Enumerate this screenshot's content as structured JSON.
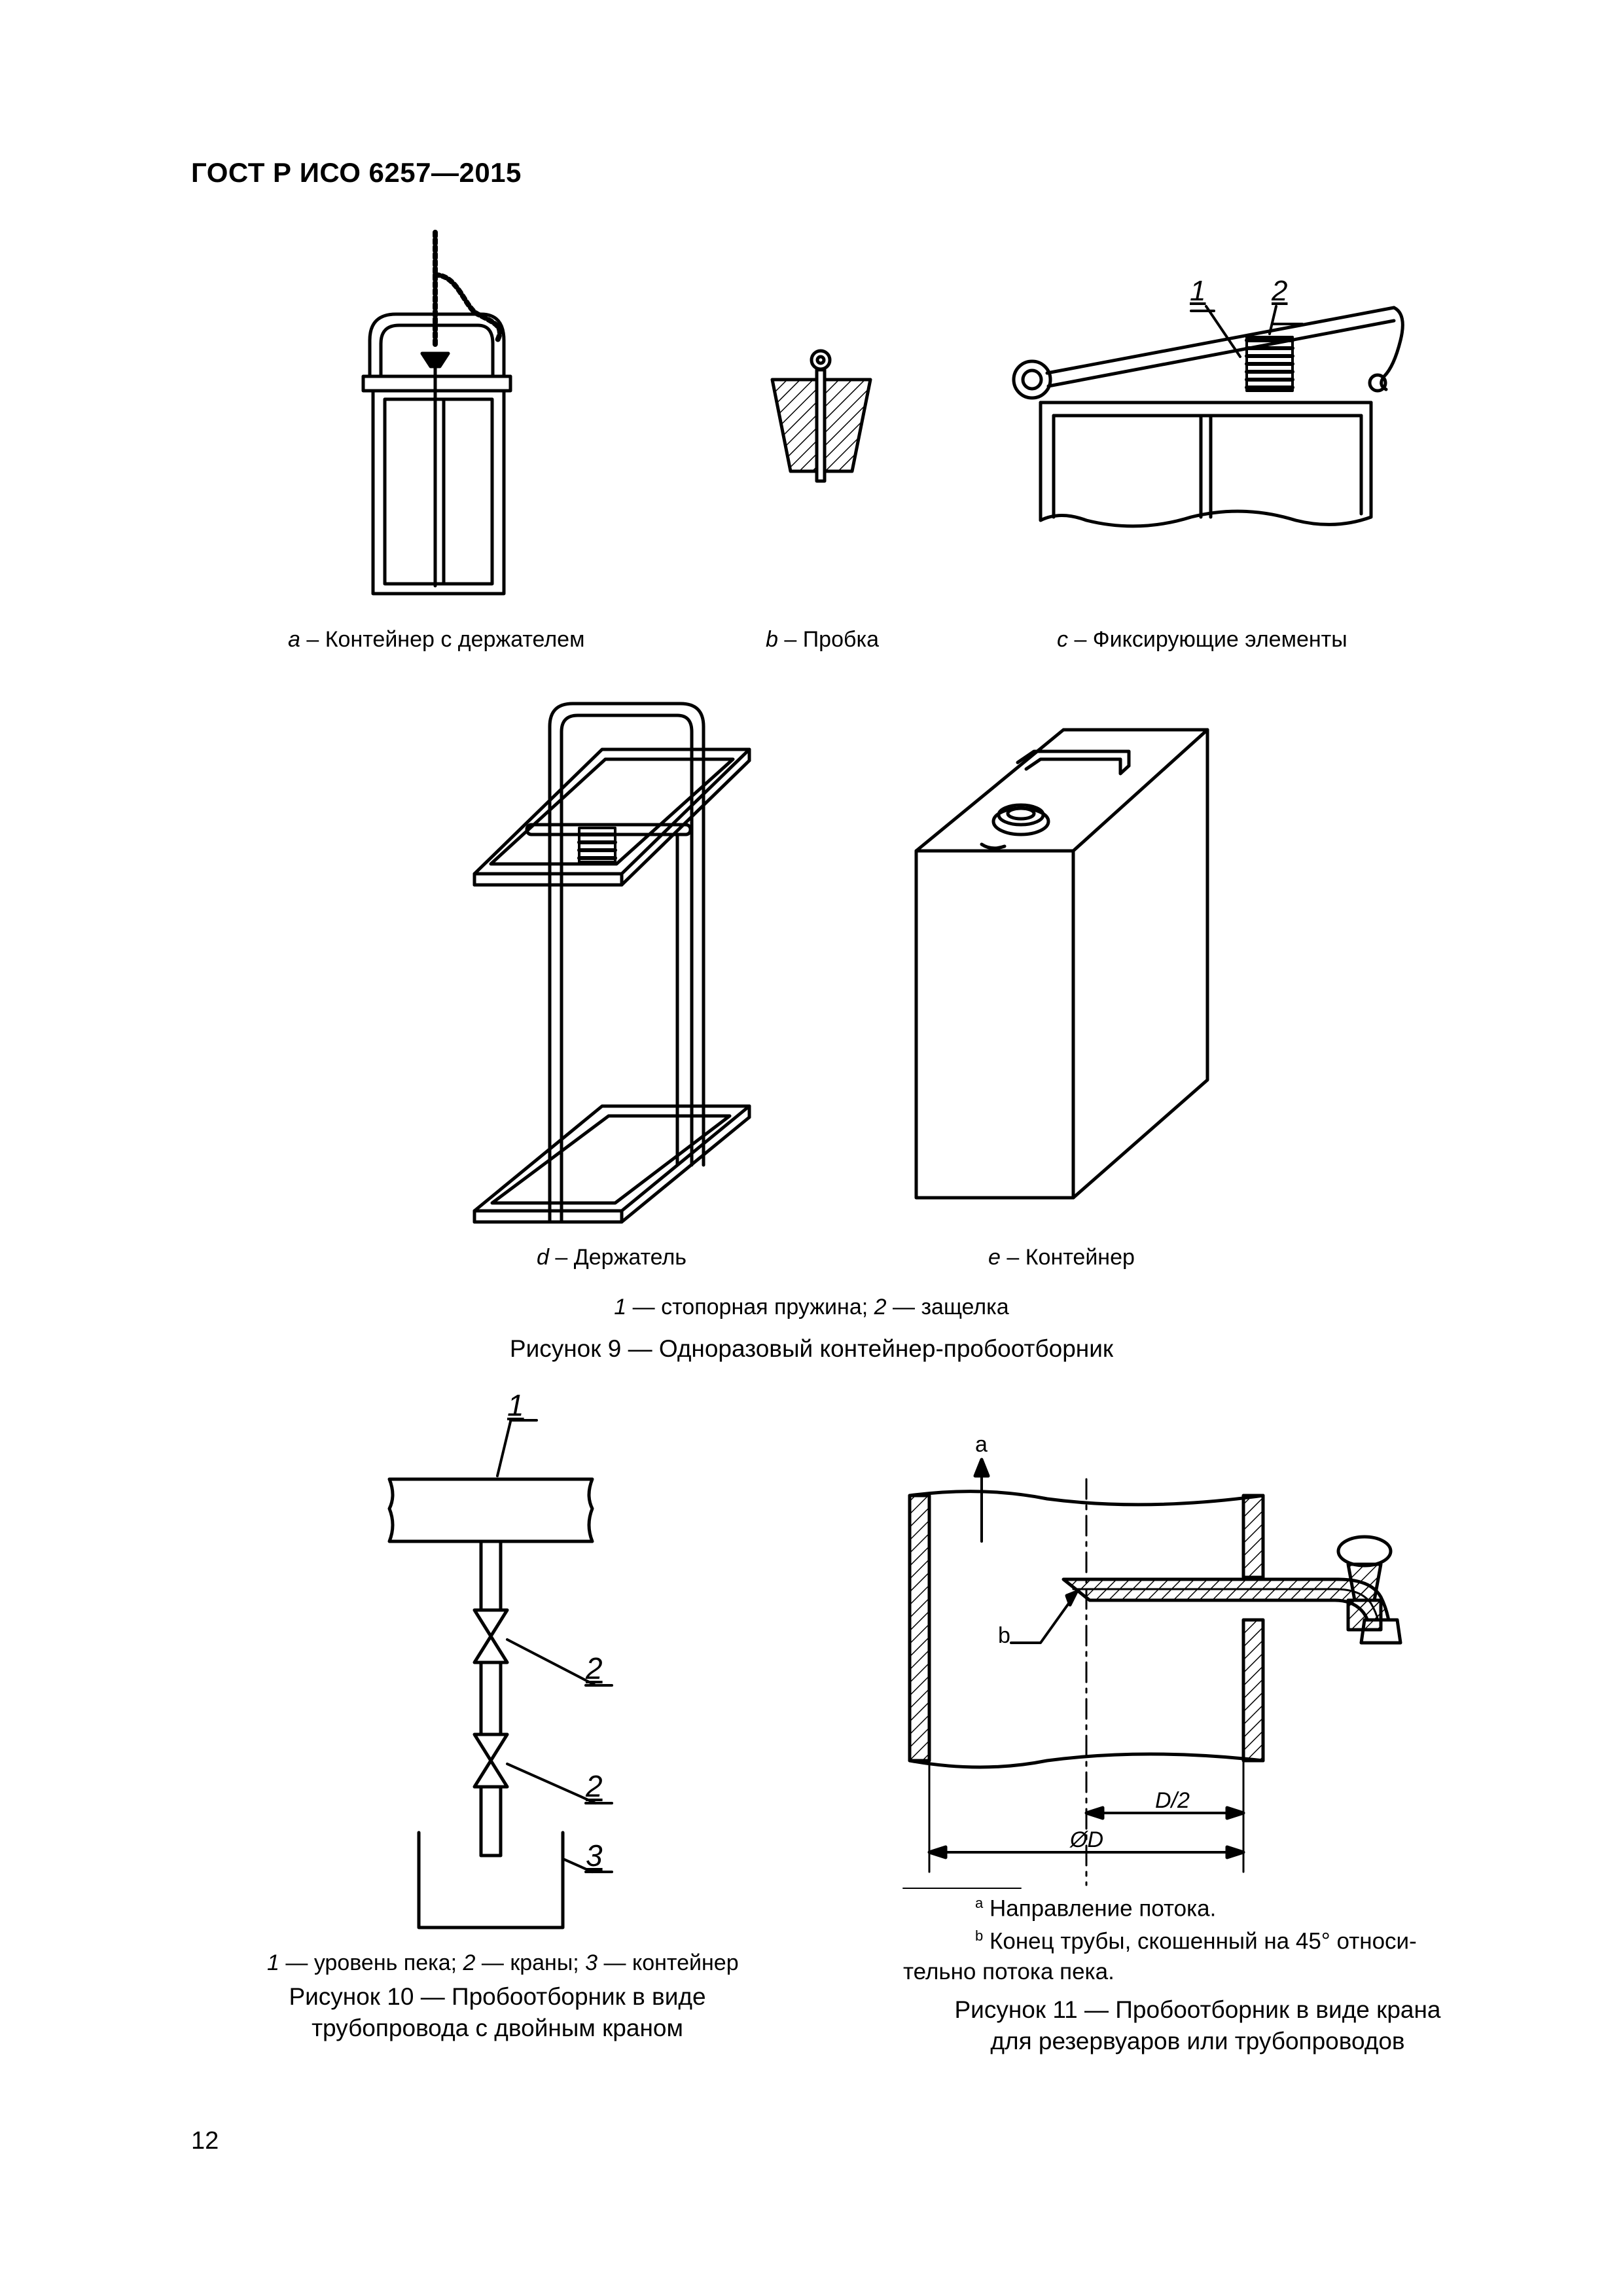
{
  "header": {
    "standard": "ГОСТ Р ИСО 6257—2015"
  },
  "figure9": {
    "sub_a": {
      "letter": "a",
      "text": " – Контейнер с держателем"
    },
    "sub_b": {
      "letter": "b",
      "text": " – Пробка"
    },
    "sub_c": {
      "letter": "c",
      "text": " – Фиксирующие элементы"
    },
    "sub_d": {
      "letter": "d",
      "text": " – Держатель"
    },
    "sub_e": {
      "letter": "e",
      "text": " – Контейнер"
    },
    "callout_1": "1",
    "callout_2": "2",
    "legend": {
      "n1": "1",
      "t1": " — стопорная пружина; ",
      "n2": "2",
      "t2": " — защелка"
    },
    "title": "Рисунок 9 — Одноразовый контейнер-пробоотборник"
  },
  "figure10": {
    "callout_1": "1",
    "callout_2a": "2",
    "callout_2b": "2",
    "callout_3": "3",
    "legend": {
      "n1": "1",
      "t1": " — уровень пека; ",
      "n2": "2",
      "t2": " — краны; ",
      "n3": "3",
      "t3": " — контейнер"
    },
    "title_line1": "Рисунок 10 — Пробоотборник в виде",
    "title_line2": "трубопровода с двойным краном"
  },
  "figure11": {
    "label_a": "a",
    "label_b": "b",
    "dim_half": "D/2",
    "dim_full": "ØD",
    "note_a": {
      "mark": "a",
      "text": " Направление потока."
    },
    "note_b": {
      "mark": "b",
      "text": " Конец трубы, скошенный на 45° относи-",
      "text2": "тельно потока пека."
    },
    "title_line1": "Рисунок 11 — Пробоотборник в виде крана",
    "title_line2": "для резервуаров или трубопроводов"
  },
  "page_number": "12"
}
